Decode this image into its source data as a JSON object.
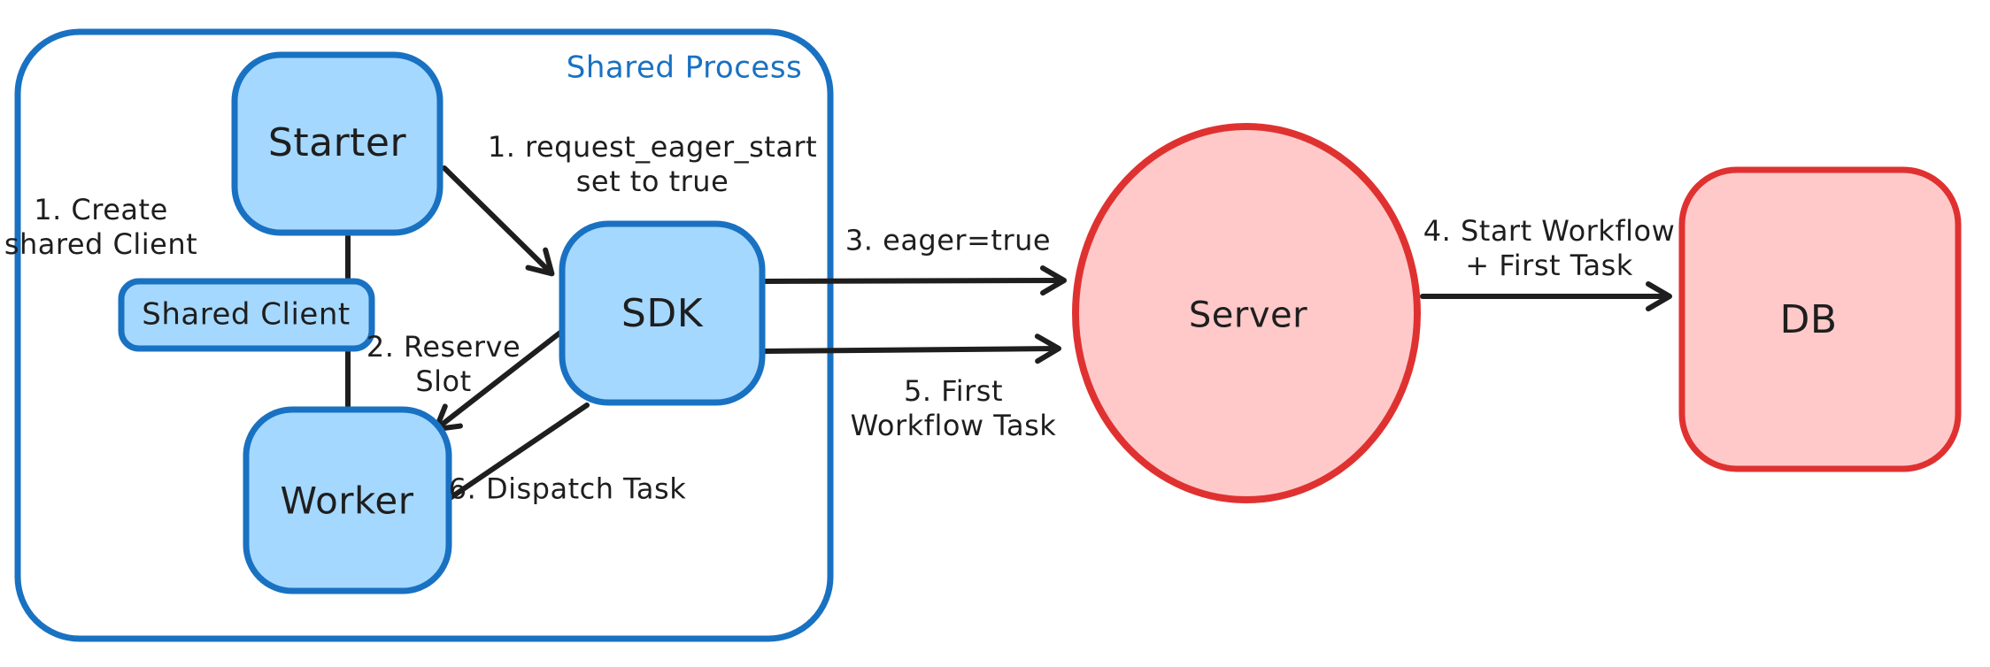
{
  "container": {
    "label": "Shared Process"
  },
  "nodes": {
    "starter": "Starter",
    "shared_client": "Shared Client",
    "sdk": "SDK",
    "worker": "Worker",
    "server": "Server",
    "db": "DB"
  },
  "annotations": {
    "create_shared_client": "1. Create\nshared Client",
    "request_eager_start": "1. request_eager_start\nset to true",
    "reserve_slot": "2. Reserve\nSlot",
    "eager_true": "3. eager=true",
    "start_workflow": "4. Start Workflow\n+ First Task",
    "first_workflow_task": "5. First\nWorkflow Task",
    "dispatch_task": "6. Dispatch Task"
  },
  "colors": {
    "blue_stroke": "#1971c2",
    "blue_fill": "#a5d8ff",
    "red_stroke": "#e03131",
    "red_fill": "#ffc9c9",
    "ink": "#1e1e1e"
  }
}
